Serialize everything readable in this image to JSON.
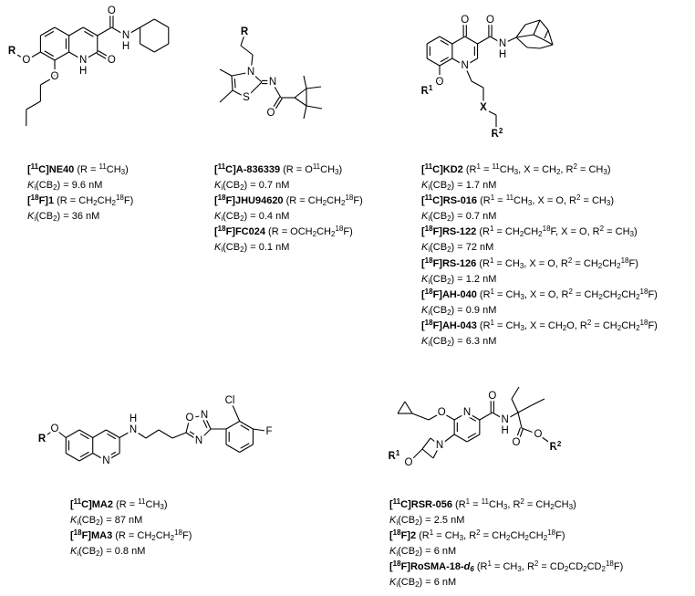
{
  "structures": [
    {
      "atoms": [
        "O",
        "N",
        "H",
        "O",
        "N",
        "H",
        "O",
        "O",
        "R"
      ]
    },
    {
      "atoms": [
        "R",
        "N",
        "S",
        "N",
        "O"
      ]
    },
    {
      "atoms": [
        "O",
        "O",
        "N",
        "H",
        "N",
        "O",
        "X",
        "R",
        "1",
        "R",
        "2"
      ]
    },
    {
      "atoms": [
        "R",
        "O",
        "N",
        "N",
        "H",
        "O",
        "N",
        "N",
        "Cl",
        "F"
      ]
    },
    {
      "atoms": [
        "N",
        "O",
        "N",
        "H",
        "O",
        "O",
        "R",
        "2",
        "O",
        "N",
        "O",
        "R",
        "1"
      ]
    }
  ],
  "captions": [
    {
      "lines": [
        [
          [
            "b",
            "["
          ],
          [
            "bsup",
            "11"
          ],
          [
            "b",
            "C]NE40"
          ],
          [
            "n",
            " (R = "
          ],
          [
            "sup",
            "11"
          ],
          [
            "n",
            "CH"
          ],
          [
            "sub",
            "3"
          ],
          [
            "n",
            ")"
          ]
        ],
        [
          [
            "i",
            "K"
          ],
          [
            "sub",
            "i"
          ],
          [
            "n",
            "(CB"
          ],
          [
            "sub",
            "2"
          ],
          [
            "n",
            ") = 9.6 nM"
          ]
        ],
        [
          [
            "b",
            "["
          ],
          [
            "bsup",
            "18"
          ],
          [
            "b",
            "F]1"
          ],
          [
            "n",
            "  (R = CH"
          ],
          [
            "sub",
            "2"
          ],
          [
            "n",
            "CH"
          ],
          [
            "sub",
            "2"
          ],
          [
            "sup",
            "18"
          ],
          [
            "n",
            "F)"
          ]
        ],
        [
          [
            "i",
            "K"
          ],
          [
            "sub",
            "i"
          ],
          [
            "n",
            "(CB"
          ],
          [
            "sub",
            "2"
          ],
          [
            "n",
            ") = 36 nM"
          ]
        ]
      ]
    },
    {
      "lines": [
        [
          [
            "b",
            "["
          ],
          [
            "bsup",
            "11"
          ],
          [
            "b",
            "C]A-836339"
          ],
          [
            "n",
            " (R = O"
          ],
          [
            "sup",
            "11"
          ],
          [
            "n",
            "CH"
          ],
          [
            "sub",
            "3"
          ],
          [
            "n",
            ")"
          ]
        ],
        [
          [
            "i",
            "K"
          ],
          [
            "sub",
            "i"
          ],
          [
            "n",
            "(CB"
          ],
          [
            "sub",
            "2"
          ],
          [
            "n",
            ") = 0.7 nM"
          ]
        ],
        [
          [
            "b",
            "["
          ],
          [
            "bsup",
            "18"
          ],
          [
            "b",
            "F]JHU94620"
          ],
          [
            "n",
            " (R = CH"
          ],
          [
            "sub",
            "2"
          ],
          [
            "n",
            "CH"
          ],
          [
            "sub",
            "2"
          ],
          [
            "sup",
            "18"
          ],
          [
            "n",
            "F)"
          ]
        ],
        [
          [
            "i",
            "K"
          ],
          [
            "sub",
            "i"
          ],
          [
            "n",
            "(CB"
          ],
          [
            "sub",
            "2"
          ],
          [
            "n",
            ") = 0.4 nM"
          ]
        ],
        [
          [
            "b",
            "["
          ],
          [
            "bsup",
            "18"
          ],
          [
            "b",
            "F]FC024"
          ],
          [
            "n",
            " (R = OCH"
          ],
          [
            "sub",
            "2"
          ],
          [
            "n",
            "CH"
          ],
          [
            "sub",
            "2"
          ],
          [
            "sup",
            "18"
          ],
          [
            "n",
            "F)"
          ]
        ],
        [
          [
            "i",
            "K"
          ],
          [
            "sub",
            "i"
          ],
          [
            "n",
            "(CB"
          ],
          [
            "sub",
            "2"
          ],
          [
            "n",
            ") = 0.1 nM"
          ]
        ]
      ]
    },
    {
      "lines": [
        [
          [
            "b",
            "["
          ],
          [
            "bsup",
            "11"
          ],
          [
            "b",
            "C]KD2"
          ],
          [
            "n",
            " (R"
          ],
          [
            "sup",
            "1"
          ],
          [
            "n",
            " = "
          ],
          [
            "sup",
            "11"
          ],
          [
            "n",
            "CH"
          ],
          [
            "sub",
            "3"
          ],
          [
            "n",
            ", X = CH"
          ],
          [
            "sub",
            "2"
          ],
          [
            "n",
            ", R"
          ],
          [
            "sup",
            "2"
          ],
          [
            "n",
            " = CH"
          ],
          [
            "sub",
            "3"
          ],
          [
            "n",
            ")"
          ]
        ],
        [
          [
            "i",
            "K"
          ],
          [
            "sub",
            "i"
          ],
          [
            "n",
            "(CB"
          ],
          [
            "sub",
            "2"
          ],
          [
            "n",
            ") = 1.7 nM"
          ]
        ],
        [
          [
            "b",
            "["
          ],
          [
            "bsup",
            "11"
          ],
          [
            "b",
            "C]RS-016"
          ],
          [
            "n",
            " (R"
          ],
          [
            "sup",
            "1"
          ],
          [
            "n",
            " = "
          ],
          [
            "sup",
            "11"
          ],
          [
            "n",
            "CH"
          ],
          [
            "sub",
            "3"
          ],
          [
            "n",
            ", X = O, R"
          ],
          [
            "sup",
            "2"
          ],
          [
            "n",
            " = CH"
          ],
          [
            "sub",
            "3"
          ],
          [
            "n",
            ")"
          ]
        ],
        [
          [
            "i",
            "K"
          ],
          [
            "sub",
            "i"
          ],
          [
            "n",
            "(CB"
          ],
          [
            "sub",
            "2"
          ],
          [
            "n",
            ") = 0.7 nM"
          ]
        ],
        [
          [
            "b",
            "["
          ],
          [
            "bsup",
            "18"
          ],
          [
            "b",
            "F]RS-122"
          ],
          [
            "n",
            " (R"
          ],
          [
            "sup",
            "1"
          ],
          [
            "n",
            " = CH"
          ],
          [
            "sub",
            "2"
          ],
          [
            "n",
            "CH"
          ],
          [
            "sub",
            "2"
          ],
          [
            "sup",
            "18"
          ],
          [
            "n",
            "F,  X = O, R"
          ],
          [
            "sup",
            "2"
          ],
          [
            "n",
            " = CH"
          ],
          [
            "sub",
            "3"
          ],
          [
            "n",
            ")"
          ]
        ],
        [
          [
            "i",
            "K"
          ],
          [
            "sub",
            "i"
          ],
          [
            "n",
            "(CB"
          ],
          [
            "sub",
            "2"
          ],
          [
            "n",
            ") = 72 nM"
          ]
        ],
        [
          [
            "b",
            "["
          ],
          [
            "bsup",
            "18"
          ],
          [
            "b",
            "F]RS-126"
          ],
          [
            "n",
            " (R"
          ],
          [
            "sup",
            "1"
          ],
          [
            "n",
            " = CH"
          ],
          [
            "sub",
            "3"
          ],
          [
            "n",
            ", X = O, R"
          ],
          [
            "sup",
            "2"
          ],
          [
            "n",
            " = CH"
          ],
          [
            "sub",
            "2"
          ],
          [
            "n",
            "CH"
          ],
          [
            "sub",
            "2"
          ],
          [
            "sup",
            "18"
          ],
          [
            "n",
            "F)"
          ]
        ],
        [
          [
            "i",
            "K"
          ],
          [
            "sub",
            "i"
          ],
          [
            "n",
            "(CB"
          ],
          [
            "sub",
            "2"
          ],
          [
            "n",
            ") = 1.2 nM"
          ]
        ],
        [
          [
            "b",
            "["
          ],
          [
            "bsup",
            "18"
          ],
          [
            "b",
            "F]AH-040"
          ],
          [
            "n",
            " (R"
          ],
          [
            "sup",
            "1"
          ],
          [
            "n",
            " = CH"
          ],
          [
            "sub",
            "3"
          ],
          [
            "n",
            ", X = O, R"
          ],
          [
            "sup",
            "2"
          ],
          [
            "n",
            " = CH"
          ],
          [
            "sub",
            "2"
          ],
          [
            "n",
            "CH"
          ],
          [
            "sub",
            "2"
          ],
          [
            "n",
            "CH"
          ],
          [
            "sub",
            "2"
          ],
          [
            "sup",
            "18"
          ],
          [
            "n",
            "F)"
          ]
        ],
        [
          [
            "i",
            "K"
          ],
          [
            "sub",
            "i"
          ],
          [
            "n",
            "(CB"
          ],
          [
            "sub",
            "2"
          ],
          [
            "n",
            ") = 0.9  nM"
          ]
        ],
        [
          [
            "b",
            "["
          ],
          [
            "bsup",
            "18"
          ],
          [
            "b",
            "F]AH-043"
          ],
          [
            "n",
            " (R"
          ],
          [
            "sup",
            "1"
          ],
          [
            "n",
            " = CH"
          ],
          [
            "sub",
            "3"
          ],
          [
            "n",
            ", X = CH"
          ],
          [
            "sub",
            "2"
          ],
          [
            "n",
            "O, R"
          ],
          [
            "sup",
            "2"
          ],
          [
            "n",
            " = CH"
          ],
          [
            "sub",
            "2"
          ],
          [
            "n",
            "CH"
          ],
          [
            "sub",
            "2"
          ],
          [
            "sup",
            "18"
          ],
          [
            "n",
            "F)"
          ]
        ],
        [
          [
            "i",
            "K"
          ],
          [
            "sub",
            "i"
          ],
          [
            "n",
            "(CB"
          ],
          [
            "sub",
            "2"
          ],
          [
            "n",
            ") = 6.3 nM"
          ]
        ]
      ]
    },
    {
      "lines": [
        [
          [
            "b",
            "["
          ],
          [
            "bsup",
            "11"
          ],
          [
            "b",
            "C]MA2"
          ],
          [
            "n",
            " (R = "
          ],
          [
            "sup",
            "11"
          ],
          [
            "n",
            "CH"
          ],
          [
            "sub",
            "3"
          ],
          [
            "n",
            ")"
          ]
        ],
        [
          [
            "i",
            "K"
          ],
          [
            "sub",
            "i"
          ],
          [
            "n",
            "(CB"
          ],
          [
            "sub",
            "2"
          ],
          [
            "n",
            ") = 87 nM"
          ]
        ],
        [
          [
            "b",
            "["
          ],
          [
            "bsup",
            "18"
          ],
          [
            "b",
            "F]MA3"
          ],
          [
            "n",
            " (R = CH"
          ],
          [
            "sub",
            "2"
          ],
          [
            "n",
            "CH"
          ],
          [
            "sub",
            "2"
          ],
          [
            "sup",
            "18"
          ],
          [
            "n",
            "F)"
          ]
        ],
        [
          [
            "i",
            "K"
          ],
          [
            "sub",
            "i"
          ],
          [
            "n",
            "(CB"
          ],
          [
            "sub",
            "2"
          ],
          [
            "n",
            ") = 0.8 nM"
          ]
        ]
      ]
    },
    {
      "lines": [
        [
          [
            "b",
            "["
          ],
          [
            "bsup",
            "11"
          ],
          [
            "b",
            "C]RSR-056"
          ],
          [
            "n",
            " (R"
          ],
          [
            "sup",
            "1"
          ],
          [
            "n",
            " = "
          ],
          [
            "sup",
            "11"
          ],
          [
            "n",
            "CH"
          ],
          [
            "sub",
            "3"
          ],
          [
            "n",
            ", R"
          ],
          [
            "sup",
            "2"
          ],
          [
            "n",
            " = CH"
          ],
          [
            "sub",
            "2"
          ],
          [
            "n",
            "CH"
          ],
          [
            "sub",
            "3"
          ],
          [
            "n",
            ")"
          ]
        ],
        [
          [
            "i",
            "K"
          ],
          [
            "sub",
            "i"
          ],
          [
            "n",
            "(CB"
          ],
          [
            "sub",
            "2"
          ],
          [
            "n",
            ") = 2.5 nM"
          ]
        ],
        [
          [
            "b",
            "["
          ],
          [
            "bsup",
            "18"
          ],
          [
            "b",
            "F]2"
          ],
          [
            "n",
            " (R"
          ],
          [
            "sup",
            "1"
          ],
          [
            "n",
            " = CH"
          ],
          [
            "sub",
            "3"
          ],
          [
            "n",
            ", R"
          ],
          [
            "sup",
            "2"
          ],
          [
            "n",
            " = CH"
          ],
          [
            "sub",
            "2"
          ],
          [
            "n",
            "CH"
          ],
          [
            "sub",
            "2"
          ],
          [
            "n",
            "CH"
          ],
          [
            "sub",
            "2"
          ],
          [
            "sup",
            "18"
          ],
          [
            "n",
            "F)"
          ]
        ],
        [
          [
            "i",
            "K"
          ],
          [
            "sub",
            "i"
          ],
          [
            "n",
            "(CB"
          ],
          [
            "sub",
            "2"
          ],
          [
            "n",
            ") = 6 nM"
          ]
        ],
        [
          [
            "b",
            "["
          ],
          [
            "bsup",
            "18"
          ],
          [
            "b",
            "F]RoSMA-18-"
          ],
          [
            "bi",
            "d"
          ],
          [
            "bisub",
            "6"
          ],
          [
            "n",
            " (R"
          ],
          [
            "sup",
            "1"
          ],
          [
            "n",
            " = CH"
          ],
          [
            "sub",
            "3"
          ],
          [
            "n",
            ", R"
          ],
          [
            "sup",
            "2"
          ],
          [
            "n",
            " = CD"
          ],
          [
            "sub",
            "2"
          ],
          [
            "n",
            "CD"
          ],
          [
            "sub",
            "2"
          ],
          [
            "n",
            "CD"
          ],
          [
            "sub",
            "2"
          ],
          [
            "sup",
            "18"
          ],
          [
            "n",
            "F)"
          ]
        ],
        [
          [
            "i",
            "K"
          ],
          [
            "sub",
            "i"
          ],
          [
            "n",
            "(CB"
          ],
          [
            "sub",
            "2"
          ],
          [
            "n",
            ") = 6 nM"
          ]
        ]
      ]
    }
  ]
}
